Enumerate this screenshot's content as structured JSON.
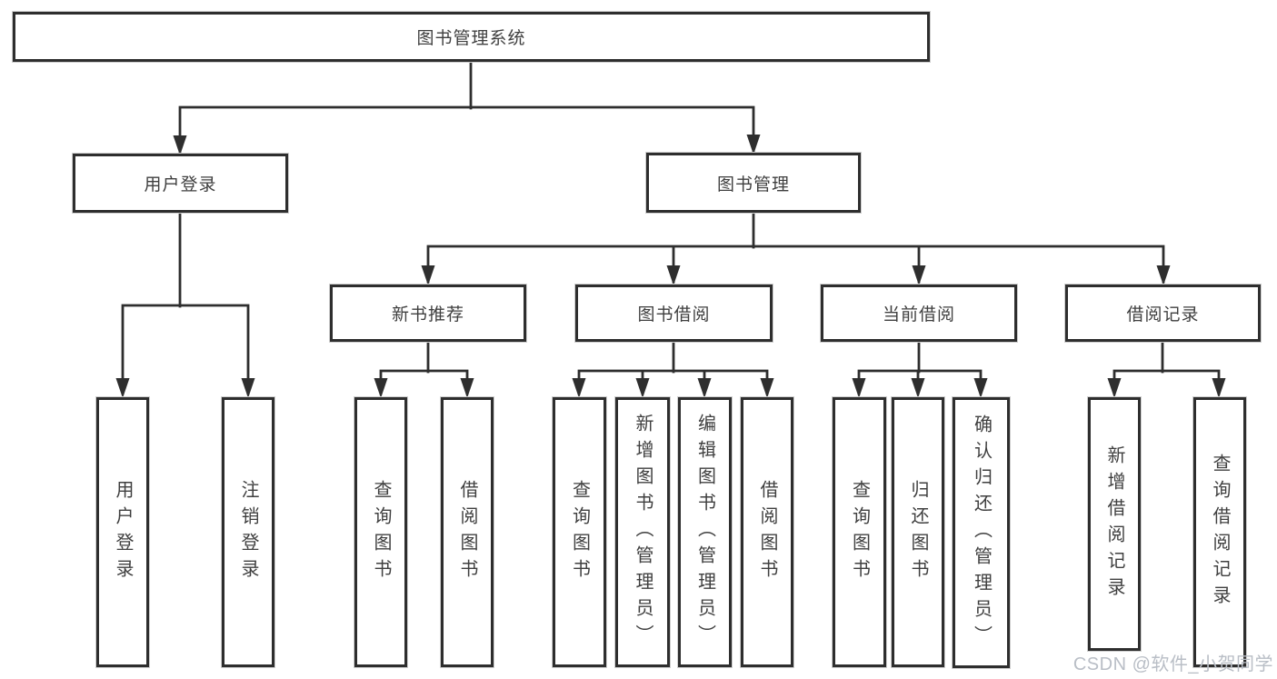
{
  "diagram": {
    "type": "tree",
    "tree": {
      "root_label": "图书管理系统",
      "branches": [
        {
          "label": "用户登录",
          "leaves": [
            {
              "label": "用户登录"
            },
            {
              "label": "注销登录"
            }
          ]
        },
        {
          "label": "图书管理",
          "sections": [
            {
              "label": "新书推荐",
              "leaves": [
                {
                  "label": "查询图书"
                },
                {
                  "label": "借阅图书"
                }
              ]
            },
            {
              "label": "图书借阅",
              "leaves": [
                {
                  "label": "查询图书"
                },
                {
                  "label": "新增图书（管理员）"
                },
                {
                  "label": "编辑图书（管理员）"
                },
                {
                  "label": "借阅图书"
                }
              ]
            },
            {
              "label": "当前借阅",
              "leaves": [
                {
                  "label": "查询图书"
                },
                {
                  "label": "归还图书"
                },
                {
                  "label": "确认归还（管理员）"
                }
              ]
            },
            {
              "label": "借阅记录",
              "leaves": [
                {
                  "label": "新增借阅记录"
                },
                {
                  "label": "查询借阅记录"
                }
              ]
            }
          ]
        }
      ]
    },
    "colors": {
      "line": "#2e2e2e",
      "box_border": "#2e2e2e",
      "box_fill": "#ffffff",
      "text": "#3f3f3f",
      "background": "#ffffff",
      "watermark": "#b9bec6"
    }
  },
  "watermark": {
    "text": "CSDN @软件_小贺同学"
  }
}
